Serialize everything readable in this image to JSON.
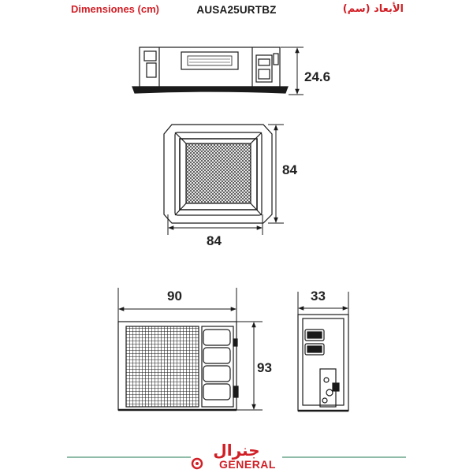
{
  "header": {
    "left_label": "Dimensiones (cm)",
    "model": "AUSA25URTBZ",
    "right_label": "الأبعاد (سم)"
  },
  "dimensions": {
    "indoor_height": "24.6",
    "panel_depth": "84",
    "panel_width": "84",
    "outdoor_width": "90",
    "outdoor_height": "93",
    "outdoor_depth": "33"
  },
  "logo": {
    "arabic": "جنرال",
    "english": "GENERAL"
  },
  "colors": {
    "brand_red": "#d11f26",
    "footer_line": "#1f7a52",
    "line": "#1a1a1a"
  }
}
